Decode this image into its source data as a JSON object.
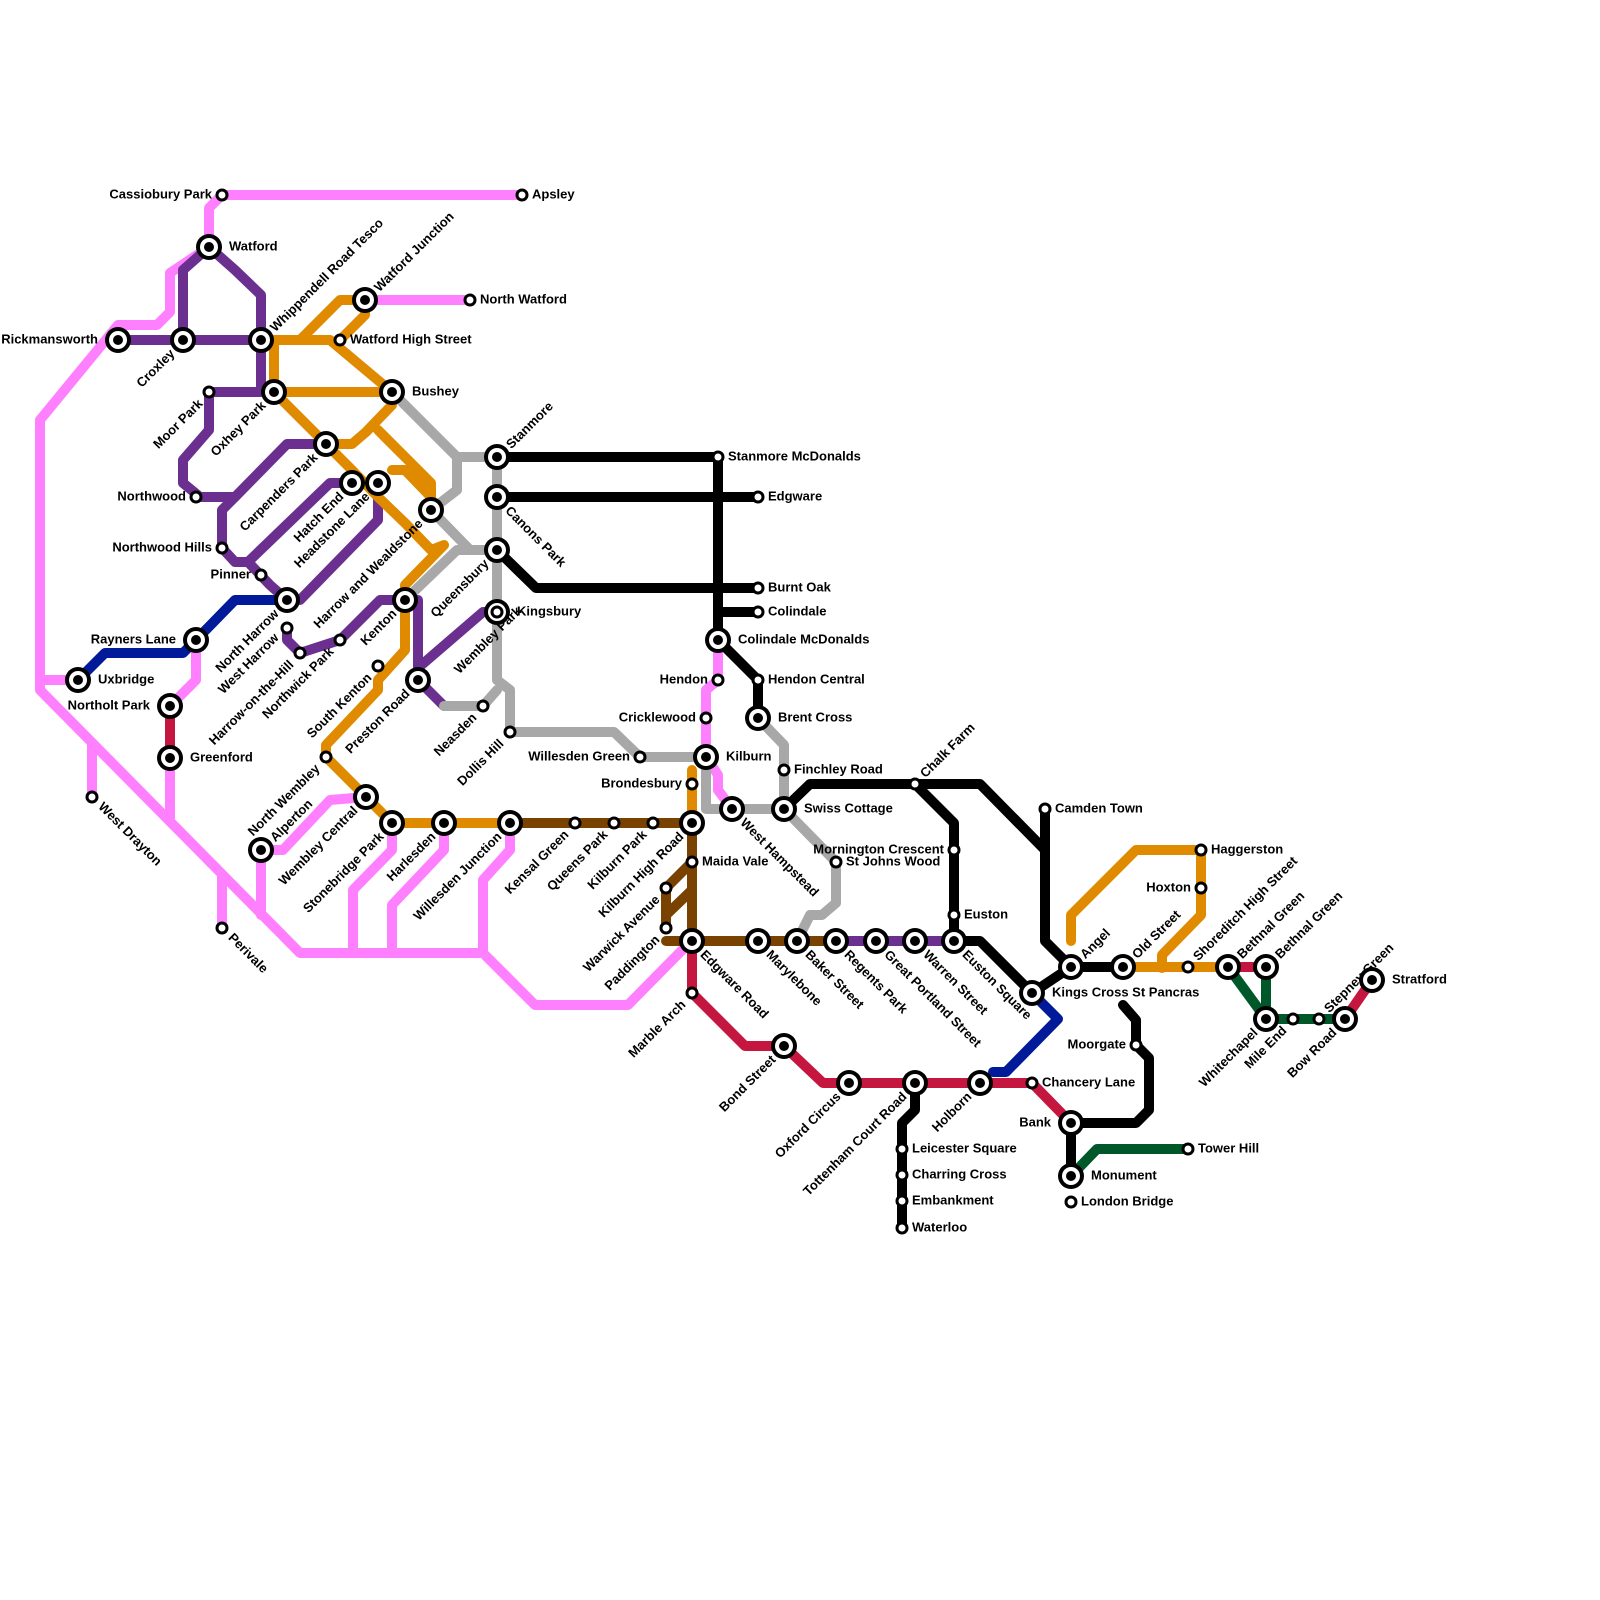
{
  "colors": {
    "overground": "#ff80ff",
    "metropolitan": "#6b2f8f",
    "orange": "#e08a00",
    "grey": "#a8a8a8",
    "black": "#000000",
    "bakerloo": "#7a4200",
    "central": "#c4163f",
    "blue": "#001a99",
    "green": "#00582a"
  },
  "lines": [
    {
      "name": "overground",
      "color_key": "overground"
    },
    {
      "name": "metropolitan",
      "color_key": "metropolitan"
    },
    {
      "name": "watford-orange",
      "color_key": "orange"
    },
    {
      "name": "grey",
      "color_key": "grey"
    },
    {
      "name": "northern",
      "color_key": "black"
    },
    {
      "name": "bakerloo",
      "color_key": "bakerloo"
    },
    {
      "name": "central",
      "color_key": "central"
    },
    {
      "name": "piccadilly",
      "color_key": "blue"
    },
    {
      "name": "district",
      "color_key": "green"
    }
  ],
  "stations": {
    "cassiobury_park": "Cassiobury Park",
    "apsley": "Apsley",
    "watford": "Watford",
    "whippendell_road_tesco": "Whippendell Road Tesco",
    "watford_junction": "Watford Junction",
    "north_watford": "North Watford",
    "rickmansworth": "Rickmansworth",
    "croxley": "Croxley",
    "watford_high_street": "Watford High Street",
    "moor_park": "Moor Park",
    "oxhey_park": "Oxhey Park",
    "bushey": "Bushey",
    "carpenders_park": "Carpenders Park",
    "stanmore": "Stanmore",
    "stanmore_mcdonalds": "Stanmore McDonalds",
    "northwood": "Northwood",
    "hatch_end": "Hatch End",
    "headstone_lane": "Headstone Lane",
    "edgware": "Edgware",
    "canons_park": "Canons Park",
    "harrow_and_wealdstone": "Harrow and Wealdstone",
    "northwood_hills": "Northwood Hills",
    "pinner": "Pinner",
    "burnt_oak": "Burnt Oak",
    "colindale": "Colindale",
    "queensbury": "Queensbury",
    "kingsbury": "Kingsbury",
    "north_harrow": "North Harrow",
    "rayners_lane": "Rayners Lane",
    "colindale_mcdonalds": "Colindale McDonalds",
    "west_harrow": "West Harrow",
    "kenton": "Kenton",
    "wembley_park": "Wembley Park",
    "uxbridge": "Uxbridge",
    "harrow_on_the_hill": "Harrow-on-the-Hill",
    "northwick_park": "Northwick Park",
    "south_kenton": "South Kenton",
    "hendon": "Hendon",
    "hendon_central": "Hendon Central",
    "northolt_park": "Northolt Park",
    "preston_road": "Preston Road",
    "neasden": "Neasden",
    "cricklewood": "Cricklewood",
    "brent_cross": "Brent Cross",
    "dollis_hill": "Dollis Hill",
    "greenford": "Greenford",
    "willesden_green": "Willesden Green",
    "kilburn": "Kilburn",
    "north_wembley": "North Wembley",
    "chalk_farm": "Chalk Farm",
    "finchley_road": "Finchley Road",
    "brondesbury": "Brondesbury",
    "west_drayton": "West Drayton",
    "alperton": "Alperton",
    "wembley_central": "Wembley Central",
    "swiss_cottage": "Swiss Cottage",
    "camden_town": "Camden Town",
    "west_hampstead": "West Hampstead",
    "stonebridge_park": "Stonebridge Park",
    "harlesden": "Harlesden",
    "willesden_junction": "Willesden Junction",
    "kensal_green": "Kensal Green",
    "queens_park": "Queens Park",
    "kilburn_park": "Kilburn Park",
    "mornington_crescent": "Mornington Crescent",
    "haggerston": "Haggerston",
    "st_johns_wood": "St Johns Wood",
    "maida_vale": "Maida Vale",
    "kilburn_high_road": "Kilburn High Road",
    "hoxton": "Hoxton",
    "shoreditch_high_street": "Shoreditch High Street",
    "warwick_avenue": "Warwick Avenue",
    "euston": "Euston",
    "old_street": "Old Street",
    "angel": "Angel",
    "bethnal_green_1": "Bethnal Green",
    "bethnal_green_2": "Bethnal Green",
    "perivale": "Perivale",
    "paddington": "Paddington",
    "edgware_road": "Edgware Road",
    "marylebone": "Marylebone",
    "baker_street": "Baker Street",
    "regents_park": "Regents Park",
    "great_portland_street": "Great Portland Street",
    "warren_street": "Warren Street",
    "euston_square": "Euston Square",
    "stepney_green": "Stepney Green",
    "stratford": "Stratford",
    "kings_cross_st_pancras": "Kings Cross St Pancras",
    "marble_arch": "Marble Arch",
    "whitechapel": "Whitechapel",
    "mile_end": "Mile End",
    "bow_road": "Bow Road",
    "moorgate": "Moorgate",
    "bond_street": "Bond Street",
    "oxford_circus": "Oxford Circus",
    "tottenham_court_road": "Tottenham Court Road",
    "holborn": "Holborn",
    "chancery_lane": "Chancery Lane",
    "bank": "Bank",
    "leicester_square": "Leicester Square",
    "tower_hill": "Tower Hill",
    "charring_cross": "Charring Cross",
    "monument": "Monument",
    "embankment": "Embankment",
    "london_bridge": "London Bridge",
    "waterloo": "Waterloo"
  }
}
